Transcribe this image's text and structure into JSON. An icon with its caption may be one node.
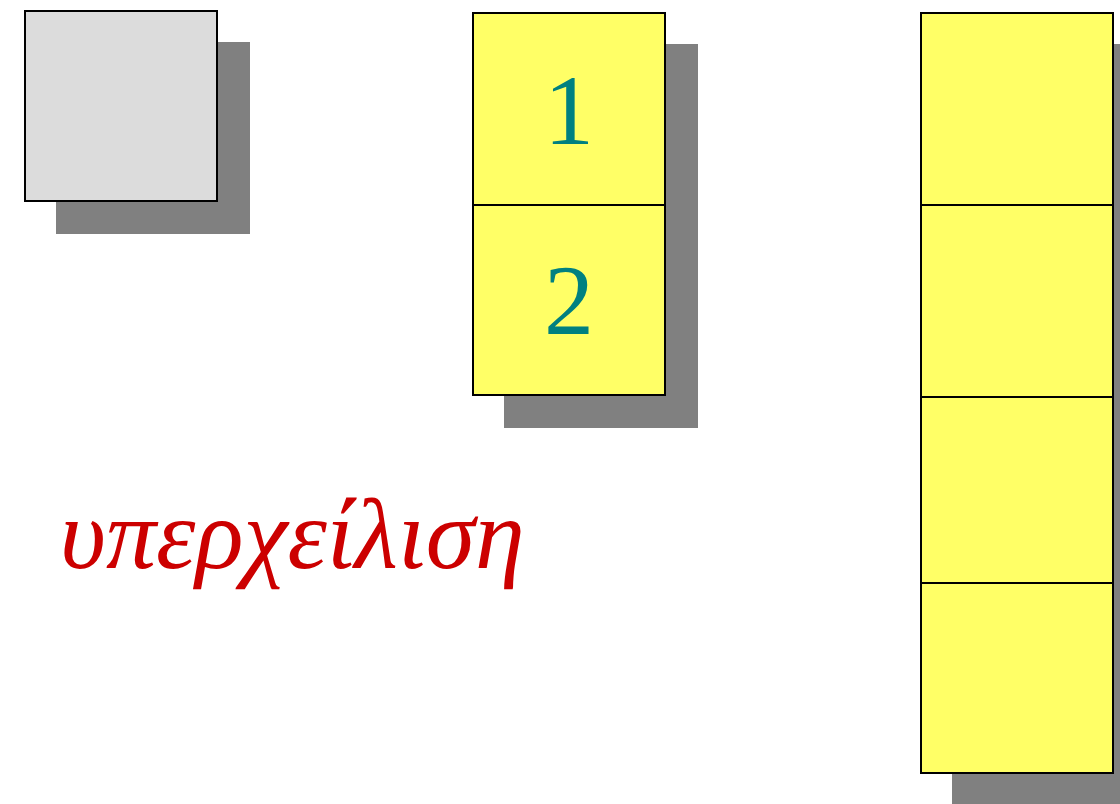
{
  "diagram": {
    "nodes": [
      {
        "text": [],
        "shape": "box"
      },
      {
        "text": [
          "1"
        ]
      },
      {
        "text": [
          "2"
        ]
      },
      {
        "text": [],
        "shape": "box"
      },
      {
        "text": [],
        "shape": "box"
      },
      {
        "text": [],
        "shape": "box"
      },
      {
        "text": [],
        "shape": "box"
      }
    ],
    "labels": [
      "υπερχείλιση"
    ]
  }
}
